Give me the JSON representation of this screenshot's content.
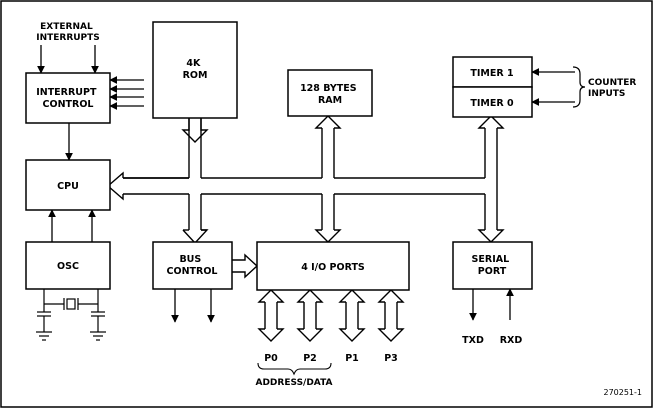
{
  "diagram": {
    "external_interrupts": [
      "EXTERNAL",
      "INTERRUPTS"
    ],
    "interrupt_control": [
      "INTERRUPT",
      "CONTROL"
    ],
    "cpu": "CPU",
    "osc": "OSC",
    "rom": [
      "4K",
      "ROM"
    ],
    "ram": [
      "128 BYTES",
      "RAM"
    ],
    "timer1": "TIMER 1",
    "timer0": "TIMER 0",
    "counter_inputs": [
      "COUNTER",
      "INPUTS"
    ],
    "bus_control": [
      "BUS",
      "CONTROL"
    ],
    "io_ports": "4 I/O PORTS",
    "serial_port": [
      "SERIAL",
      "PORT"
    ],
    "ports": [
      "P0",
      "P2",
      "P1",
      "P3"
    ],
    "address_data": "ADDRESS/DATA",
    "txd": "TXD",
    "rxd": "RXD",
    "figure_id": "270251-1"
  }
}
